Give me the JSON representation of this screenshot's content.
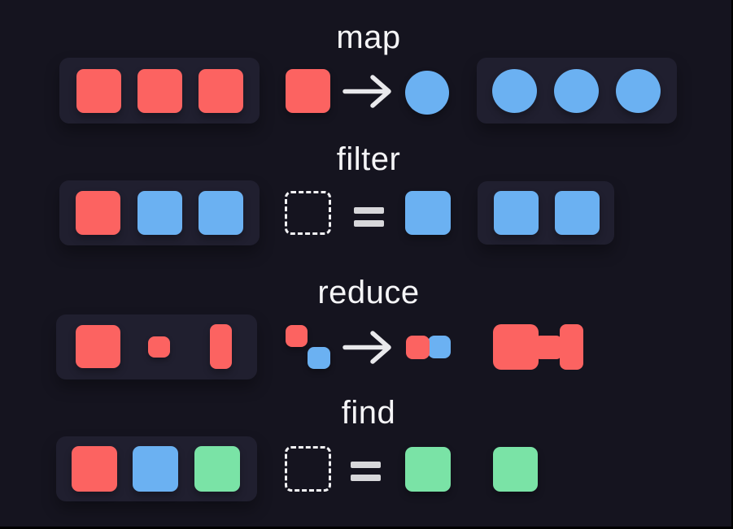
{
  "diagram_title": "array methods visual diagram",
  "colors": {
    "background": "#15141f",
    "panel": "#201f2f",
    "red": "#fc6361",
    "blue": "#6bb1f2",
    "green": "#7ae3a6",
    "text": "#f5f5f7",
    "symbol": "#e9e9ec"
  },
  "rows": [
    {
      "label": "map",
      "input_items": [
        "red-square",
        "red-square",
        "red-square"
      ],
      "operation": {
        "lhs": "red-square",
        "symbol": "arrow-right",
        "rhs": "blue-circle"
      },
      "output_items": [
        "blue-circle",
        "blue-circle",
        "blue-circle"
      ]
    },
    {
      "label": "filter",
      "input_items": [
        "red-square",
        "blue-square",
        "blue-square"
      ],
      "operation": {
        "lhs": "dashed-placeholder-square",
        "symbol": "equals",
        "rhs": "blue-square"
      },
      "output_items": [
        "blue-square",
        "blue-square"
      ]
    },
    {
      "label": "reduce",
      "input_items": [
        "red-square-large",
        "red-square-small",
        "red-rect-tall"
      ],
      "operation": {
        "lhs": "red-square-small offset above blue-square-small",
        "symbol": "arrow-right",
        "rhs": "red-square-small beside blue-square-small"
      },
      "output_items": [
        "red-merged-shape (large square + small connector + tall bar)"
      ]
    },
    {
      "label": "find",
      "input_items": [
        "red-square",
        "blue-square",
        "green-square"
      ],
      "operation": {
        "lhs": "dashed-placeholder-square",
        "symbol": "equals",
        "rhs": "green-square"
      },
      "output_items": [
        "green-square"
      ]
    }
  ]
}
